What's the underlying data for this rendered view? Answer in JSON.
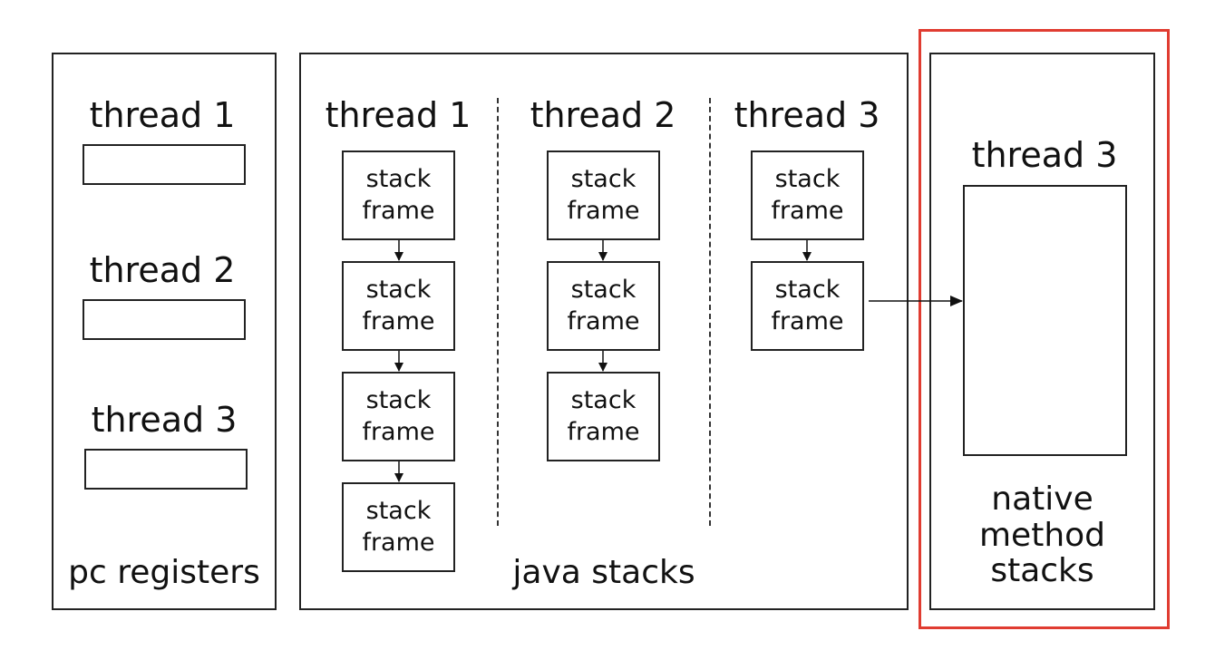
{
  "pc_registers": {
    "label": "pc registers",
    "threads": [
      "thread 1",
      "thread 2",
      "thread 3"
    ]
  },
  "java_stacks": {
    "label": "java stacks",
    "threads": [
      {
        "title": "thread 1",
        "frames": [
          [
            "stack",
            "frame"
          ],
          [
            "stack",
            "frame"
          ],
          [
            "stack",
            "frame"
          ],
          [
            "stack",
            "frame"
          ]
        ]
      },
      {
        "title": "thread 2",
        "frames": [
          [
            "stack",
            "frame"
          ],
          [
            "stack",
            "frame"
          ],
          [
            "stack",
            "frame"
          ]
        ]
      },
      {
        "title": "thread 3",
        "frames": [
          [
            "stack",
            "frame"
          ],
          [
            "stack",
            "frame"
          ]
        ]
      }
    ]
  },
  "native_method_stacks": {
    "thread_title": "thread 3",
    "label_lines": [
      "native",
      "method",
      "stacks"
    ]
  },
  "colors": {
    "highlight": "#e03c31",
    "stroke": "#222222"
  }
}
